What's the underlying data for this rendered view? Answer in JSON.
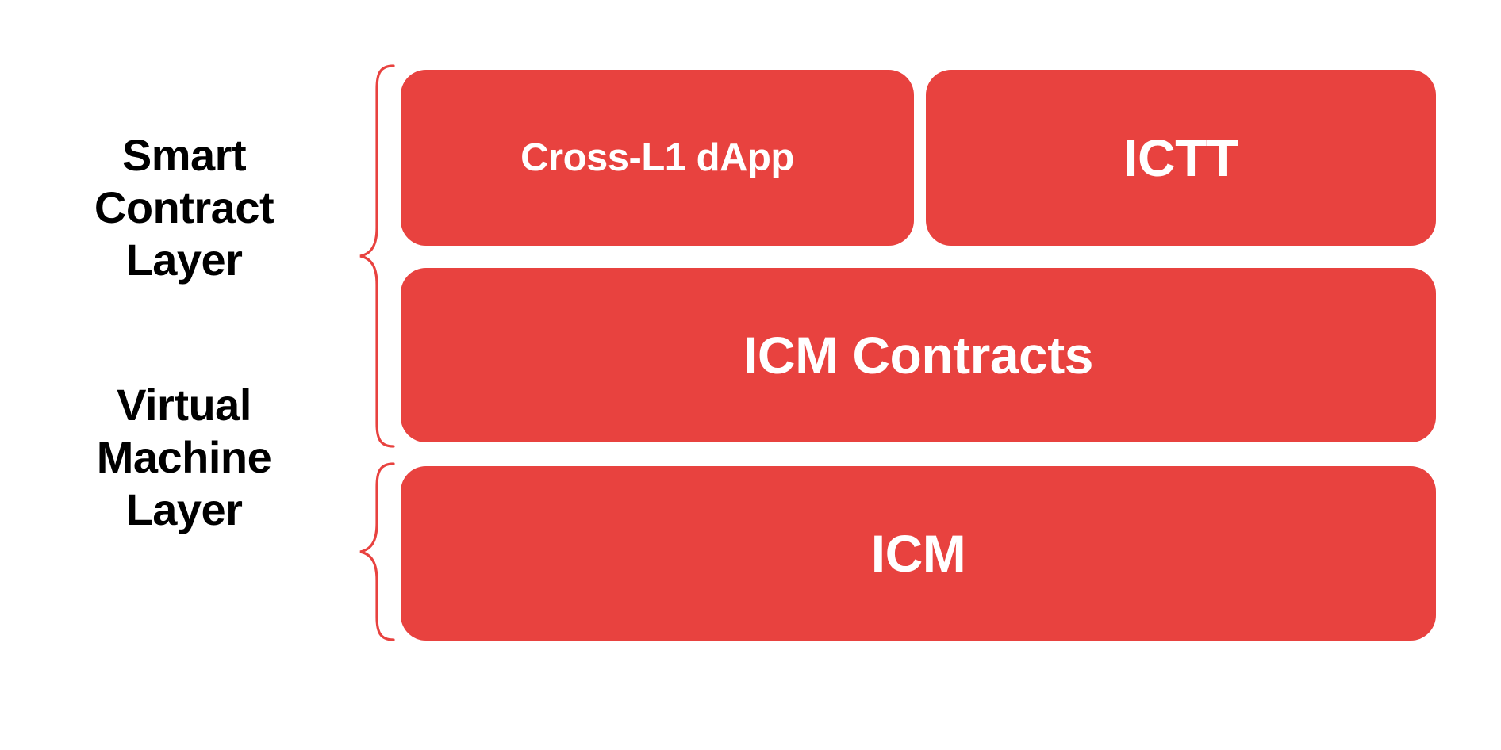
{
  "diagram": {
    "title": "Smart Contract Layer and Virtual Machine Layer stack",
    "background_color": "#FFFFFF",
    "accent_color": "#E8423F",
    "box_text_color": "#FFFFFF",
    "label_text_color": "#000000",
    "groups": [
      {
        "id": "smart-contract-layer",
        "label": "Smart\nContract\nLayer",
        "brace_icon": "curly-brace-icon",
        "rows": [
          {
            "id": "row-apps",
            "boxes": [
              {
                "id": "cross-l1-dapp",
                "label": "Cross-L1 dApp"
              },
              {
                "id": "ictt",
                "label": "ICTT"
              }
            ]
          },
          {
            "id": "row-icm-contracts",
            "boxes": [
              {
                "id": "icm-contracts",
                "label": "ICM Contracts"
              }
            ]
          }
        ]
      },
      {
        "id": "virtual-machine-layer",
        "label": "Virtual\nMachine\nLayer",
        "brace_icon": "curly-brace-icon",
        "rows": [
          {
            "id": "row-icm",
            "boxes": [
              {
                "id": "icm",
                "label": "ICM"
              }
            ]
          }
        ]
      }
    ]
  }
}
